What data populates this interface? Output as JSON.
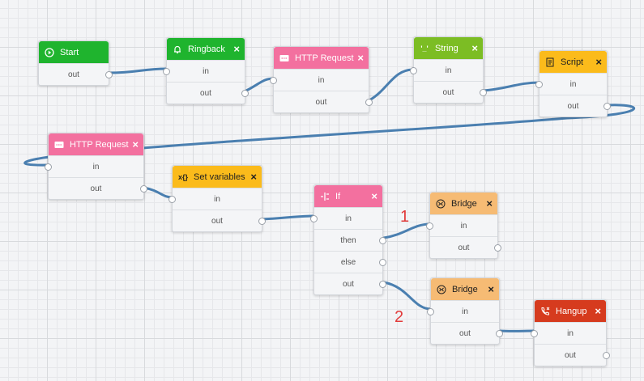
{
  "nodes": {
    "start": {
      "title": "Start",
      "out": "out"
    },
    "ringback": {
      "title": "Ringback",
      "close": "×",
      "in": "in",
      "out": "out"
    },
    "http1": {
      "title": "HTTP Request",
      "close": "×",
      "in": "in",
      "out": "out"
    },
    "string": {
      "title": "String",
      "close": "×",
      "in": "in",
      "out": "out"
    },
    "script": {
      "title": "Script",
      "close": "×",
      "in": "in",
      "out": "out"
    },
    "http2": {
      "title": "HTTP Request",
      "close": "×",
      "in": "in",
      "out": "out"
    },
    "setvars": {
      "title": "Set variables",
      "close": "×",
      "in": "in",
      "out": "out"
    },
    "if": {
      "title": "If",
      "close": "×",
      "in": "in",
      "then": "then",
      "else": "else",
      "out": "out"
    },
    "bridge1": {
      "title": "Bridge",
      "close": "×",
      "in": "in",
      "out": "out"
    },
    "bridge2": {
      "title": "Bridge",
      "close": "×",
      "in": "in",
      "out": "out"
    },
    "hangup": {
      "title": "Hangup",
      "close": "×",
      "in": "in",
      "out": "out"
    }
  },
  "annotations": {
    "label1": "1",
    "label2": "2"
  },
  "colors": {
    "wire": "#4a7fb0",
    "start": "#1fb42e",
    "http": "#f3709f",
    "string": "#7cbd24",
    "script": "#fbbb1b",
    "bridge": "#f6bb74",
    "hangup": "#d63b1e"
  },
  "icons": {
    "start": "play-circle-icon",
    "ringback": "bell-icon",
    "http": "http-icon",
    "string": "string-icon",
    "script": "script-icon",
    "setvars": "variables-icon",
    "if": "branch-icon",
    "bridge": "bridge-icon",
    "hangup": "phone-hangup-icon"
  }
}
